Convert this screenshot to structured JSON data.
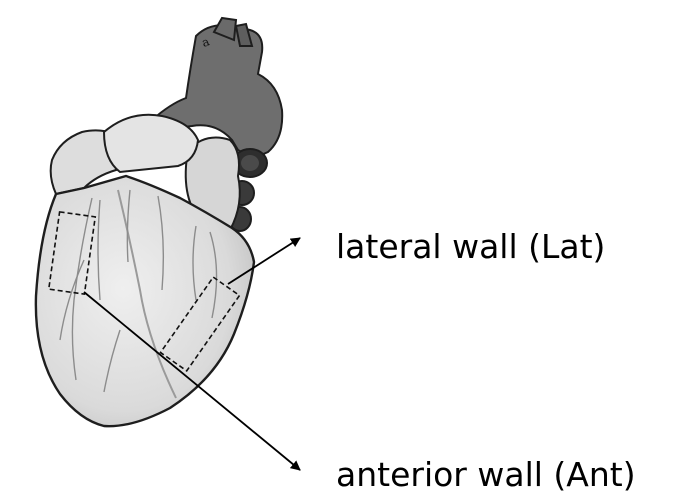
{
  "labels": {
    "lateral": "lateral wall (Lat)",
    "anterior": "anterior wall (Ant)"
  },
  "marks": {
    "aorta_letter": "a"
  },
  "colors": {
    "heart_fill": "#e2e2e2",
    "heart_shadow": "#c4c4c4",
    "vessel_fill": "#6e6e6e",
    "vessel_dark": "#3a3a3a",
    "outline": "#1e1e1e",
    "coronary": "#8c8c8c",
    "text": "#000000"
  }
}
